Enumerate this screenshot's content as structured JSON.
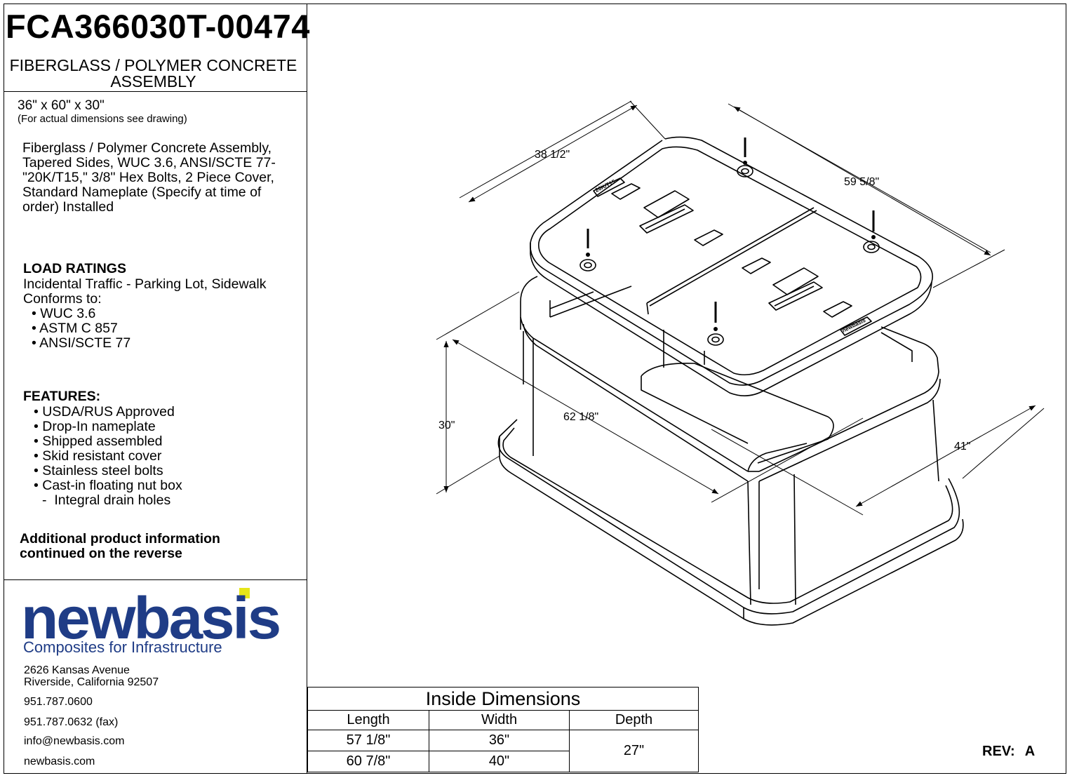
{
  "header": {
    "part_number": "FCA366030T-00474",
    "assembly_title": "FIBERGLASS / POLYMER CONCRETE ASSEMBLY",
    "size": "36\" x 60\" x 30\"",
    "size_note": "(For actual dimensions see drawing)"
  },
  "description": "Fiberglass / Polymer Concrete Assembly, Tapered Sides, WUC 3.6, ANSI/SCTE 77-\"20K/T15,\" 3/8\" Hex Bolts, 2 Piece Cover, Standard Nameplate (Specify at time of order) Installed",
  "load_ratings": {
    "heading": "LOAD RATINGS",
    "traffic": "Incidental Traffic - Parking Lot, Sidewalk",
    "conforms_label": "Conforms to:",
    "standards": [
      "WUC 3.6",
      "ASTM C 857",
      "ANSI/SCTE 77"
    ]
  },
  "features": {
    "heading": "FEATURES:",
    "items": [
      "USDA/RUS Approved",
      "Drop-In nameplate",
      "Shipped assembled",
      "Skid resistant cover",
      "Stainless steel bolts",
      "Cast-in floating nut box"
    ],
    "sub_item": "Integral drain holes"
  },
  "reverse_note": "Additional product information continued on the reverse",
  "company": {
    "logo_text": "newbasis",
    "tagline": "Composites for Infrastructure",
    "address_line1": "2626 Kansas Avenue",
    "address_line2": "Riverside, California  92507",
    "phone": "951.787.0600",
    "fax": "951.787.0632 (fax)",
    "email": "info@newbasis.com",
    "website": "newbasis.com",
    "logo_blue": "#1f3c86",
    "logo_yellow": "#e6e619"
  },
  "drawing": {
    "dim_cover_width": "38 1/2\"",
    "dim_cover_length": "59 5/8\"",
    "dim_height": "30\"",
    "dim_base_length": "62 1/8\"",
    "dim_base_width": "41\"",
    "cover_stamp": "20K/T15",
    "cover_nameplate": "newbasis"
  },
  "inside_dimensions": {
    "title": "Inside Dimensions",
    "headers": [
      "Length",
      "Width",
      "Depth"
    ],
    "rows": [
      {
        "length": "57 1/8\"",
        "width": "36\""
      },
      {
        "length": "60 7/8\"",
        "width": "40\""
      }
    ],
    "depth": "27\""
  },
  "revision": {
    "label": "REV:",
    "value": "A"
  }
}
